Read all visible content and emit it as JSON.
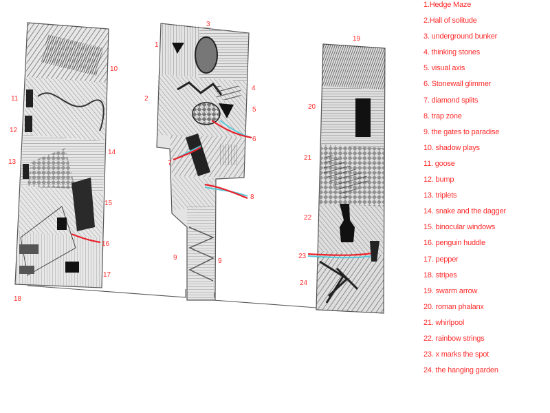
{
  "colors": {
    "label": "#ff2a2a",
    "connector": "#e8212a",
    "cyan_stroke": "#58c7d8",
    "ink": "#2d2d2d",
    "paper": "#ffffff"
  },
  "numbers": {
    "n1": "1",
    "n2": "2",
    "n3": "3",
    "n4": "4",
    "n5": "5",
    "n6": "6",
    "n7": "7",
    "n8": "8",
    "n9": "9",
    "n10": "10",
    "n11": "11",
    "n12": "12",
    "n13": "13",
    "n14": "14",
    "n15": "15",
    "n16": "16",
    "n17": "17",
    "n18": "18",
    "n19": "19",
    "n20": "20",
    "n21": "21",
    "n22": "22",
    "n23": "23",
    "n24": "24"
  },
  "legend": [
    "1.Hedge Maze",
    "2.Hall of solitude",
    "3. underground bunker",
    "4. thinking stones",
    "5. visual axis",
    "6. Stonewall glimmer",
    "7. diamond splits",
    "8. trap zone",
    "9. the gates to paradise",
    "10. shadow plays",
    "11. goose",
    "12. bump",
    "13. triplets",
    "14. snake and the dagger",
    "15. binocular windows",
    "16. penguin huddle",
    "17. pepper",
    "18. stripes",
    "19. swarm arrow",
    "20. roman phalanx",
    "21. whirlpool",
    "22. rainbow strings",
    "23. x marks the spot",
    "24. the hanging garden"
  ]
}
